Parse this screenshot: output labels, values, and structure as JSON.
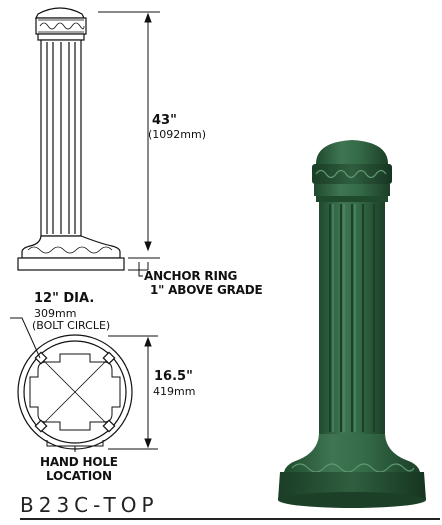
{
  "dimensions": {
    "height": {
      "value": "43\"",
      "metric": "(1092mm)"
    },
    "anchor_ring": {
      "line1": "ANCHOR RING",
      "line2": "1\" ABOVE GRADE"
    },
    "diameter": {
      "value": "12\" DIA.",
      "metric": "309mm",
      "note": "(BOLT CIRCLE)"
    },
    "base_width": {
      "value": "16.5\"",
      "metric": "419mm"
    },
    "hand_hole": {
      "line1": "HAND HOLE",
      "line2": "LOCATION"
    }
  },
  "product": {
    "model": "B23C-TOP"
  },
  "colors": {
    "bollard_green": "#2f5e3f",
    "line": "#111111"
  }
}
